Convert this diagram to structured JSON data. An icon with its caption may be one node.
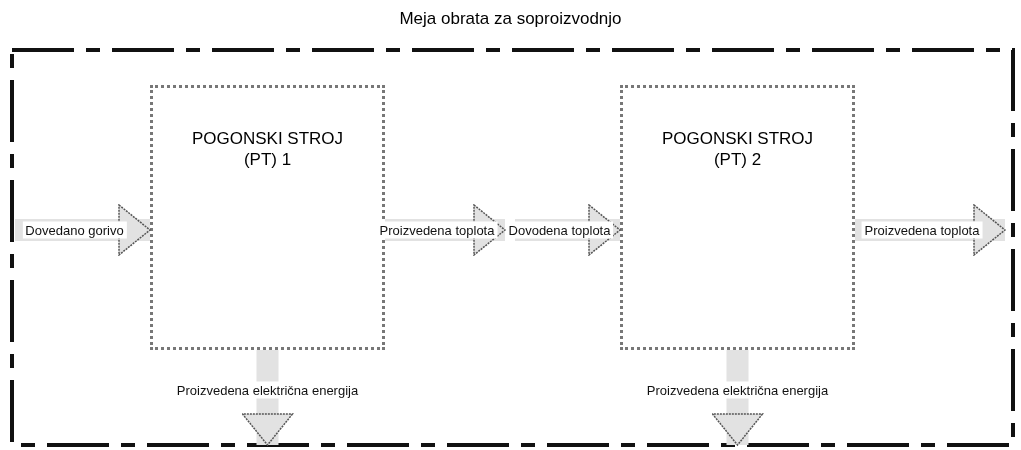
{
  "diagram": {
    "nodes": [
      {
        "text": [
          "Meja obrata za soproizvodnjo"
        ]
      },
      {
        "text": [
          "POGONSKI STROJ (PT) 1"
        ],
        "in": 0
      },
      {
        "text": [
          "POGONSKI STROJ (PT) 2"
        ],
        "in": 0
      }
    ],
    "edges": [
      {
        "from": null,
        "to": 1,
        "arrow": "to",
        "label": "Dovedano gorivo"
      },
      {
        "from": 1,
        "to": null,
        "arrow": "to",
        "label": "Proizvedena toplota"
      },
      {
        "from": null,
        "to": 2,
        "arrow": "to",
        "label": "Dovodena toplota"
      },
      {
        "from": 2,
        "to": null,
        "arrow": "to",
        "label": "Proizvedena toplota"
      },
      {
        "from": 1,
        "to": null,
        "arrow": "to",
        "label": "Proizvedena električna energija"
      },
      {
        "from": 2,
        "to": null,
        "arrow": "to",
        "label": "Proizvedena električna energija"
      }
    ]
  }
}
